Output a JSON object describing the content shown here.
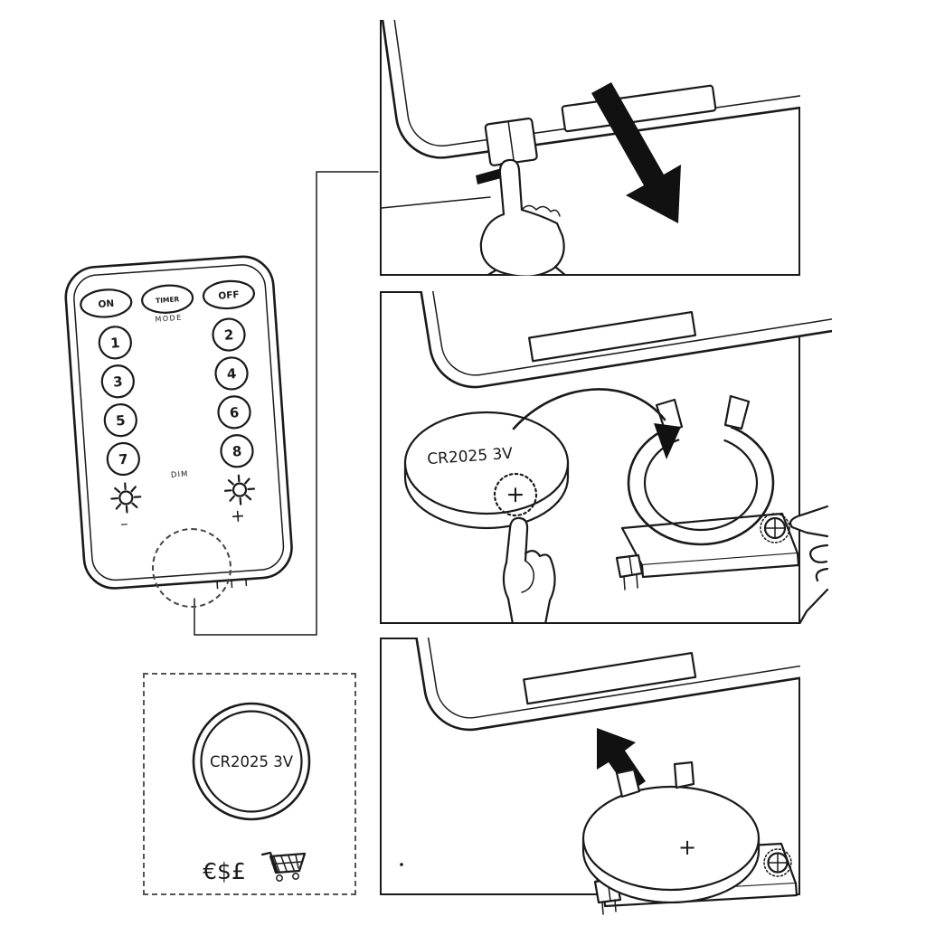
{
  "figure": {
    "type": "instruction-diagram",
    "subject": "remote-control-battery-replacement"
  },
  "colors": {
    "ink": "#1a1a1a",
    "paper": "#ffffff"
  },
  "remote": {
    "power_buttons": [
      "ON",
      "TIMER",
      "OFF"
    ],
    "mode_label": "MODE",
    "number_buttons": [
      "1",
      "2",
      "3",
      "4",
      "5",
      "6",
      "7",
      "8"
    ],
    "dim_label": "DIM",
    "brightness_minus_label": "–",
    "brightness_plus_label": "+"
  },
  "battery_box": {
    "battery_label": "CR2025 3V",
    "currency_label": "€$£"
  },
  "steps": {
    "step2": {
      "battery_label": "CR2025 3V",
      "polarity_label": "+"
    },
    "step3": {
      "polarity_label": "+"
    }
  },
  "icons": {
    "brightness_down": "sun-icon",
    "brightness_up": "sun-icon",
    "shopping_cart": "cart-icon",
    "press_arrow": "small-right-arrow-icon",
    "pull_out_arrow": "large-down-right-arrow-icon",
    "insert_battery_arrow": "curved-arrow-icon",
    "push_in_arrow": "large-up-arrow-icon",
    "screw_head": "phillips-screw-icon",
    "polarity_highlight": "dotted-circle-icon",
    "battery_area_highlight": "dashed-circle-icon"
  }
}
